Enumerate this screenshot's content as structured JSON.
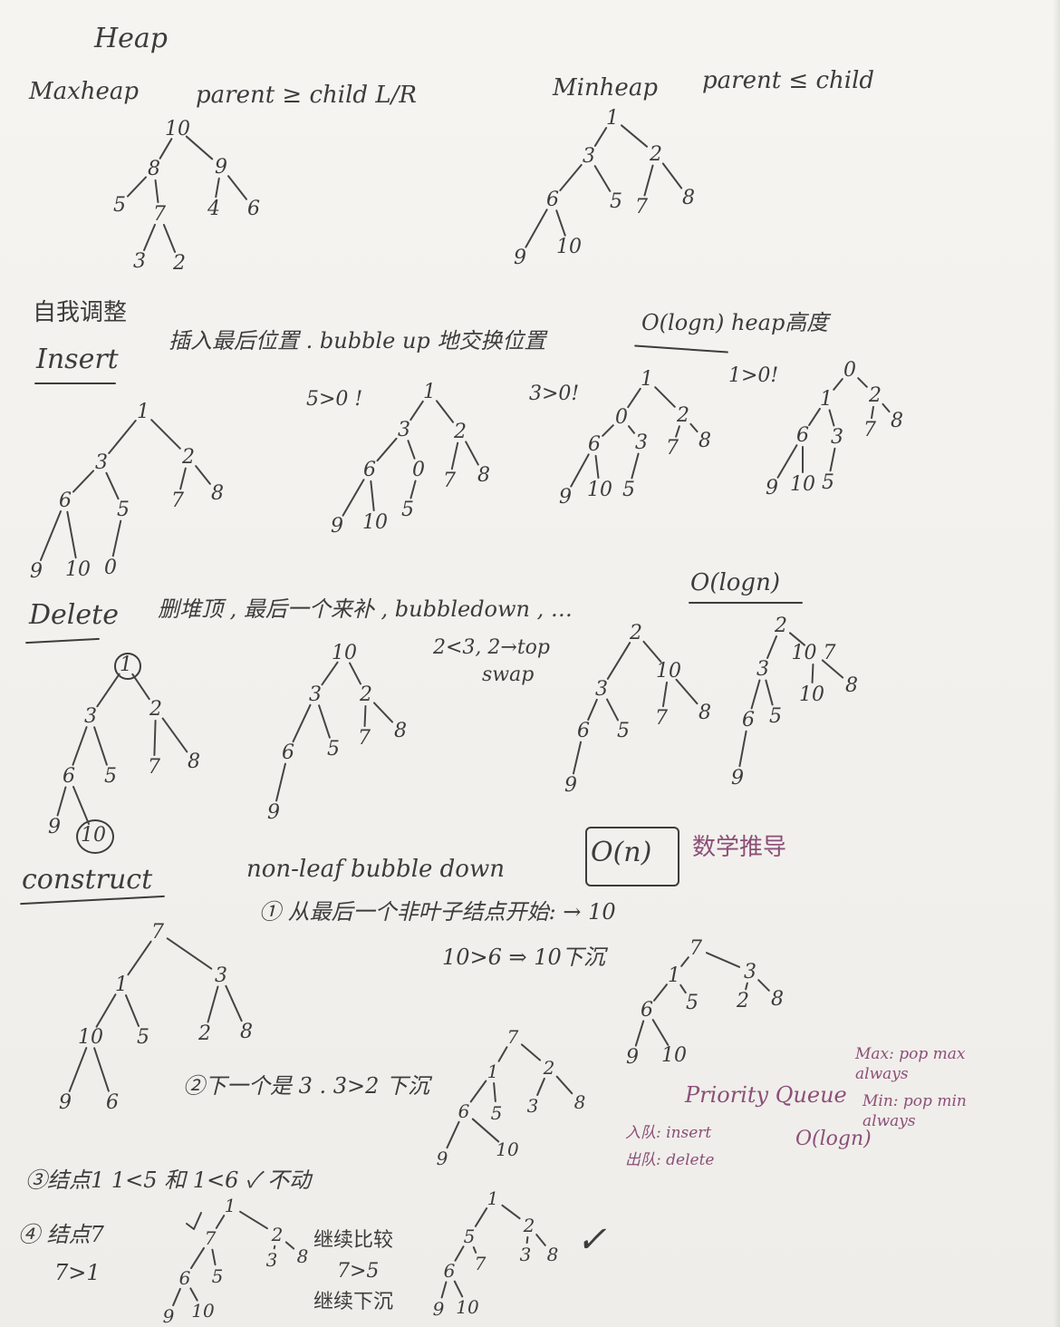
{
  "title": "Heap",
  "maxheap": {
    "label": "Maxheap",
    "rule": "parent ≥ child L/R",
    "tree": [
      "10",
      "8",
      "9",
      "5",
      "7",
      "4",
      "6",
      "3",
      "2"
    ]
  },
  "minheap": {
    "label": "Minheap",
    "rule": "parent ≤ child",
    "tree": [
      "1",
      "3",
      "2",
      "6",
      "5",
      "7",
      "8",
      "9",
      "10"
    ]
  },
  "self_adjust": "自我调整",
  "insert": {
    "label": "Insert",
    "desc": "插入最后位置 . bubble up 地交换位置",
    "complexity": "O(logn) heap高度",
    "step_notes": [
      "5>0 !",
      "3>0!",
      "1>0!"
    ],
    "trees": [
      [
        "1",
        "3",
        "2",
        "6",
        "5",
        "7",
        "8",
        "9",
        "10",
        "0"
      ],
      [
        "1",
        "3",
        "2",
        "6",
        "0",
        "7",
        "8",
        "9",
        "10",
        "5"
      ],
      [
        "1",
        "0",
        "2",
        "6",
        "3",
        "7",
        "8",
        "9",
        "10",
        "5"
      ],
      [
        "0",
        "1",
        "2",
        "6",
        "3",
        "7",
        "8",
        "9",
        "10",
        "5"
      ]
    ]
  },
  "delete": {
    "label": "Delete",
    "desc": "删堆顶 , 最后一个来补 , bubbledown , …",
    "complexity": "O(logn)",
    "swap_note": "2<3, 2→top",
    "swap_word": "swap",
    "trees": [
      [
        "1",
        "3",
        "2",
        "6",
        "5",
        "7",
        "8",
        "9",
        "10"
      ],
      [
        "10",
        "3",
        "2",
        "6",
        "5",
        "7",
        "8",
        "9"
      ],
      [
        "2",
        "3",
        "10",
        "6",
        "5",
        "7",
        "8",
        "9"
      ],
      [
        "2",
        "3",
        "10 7",
        "6",
        "5",
        "10",
        "8",
        "9"
      ]
    ]
  },
  "construct": {
    "label": "construct",
    "desc": "non-leaf bubble down",
    "complexity": "O(n)",
    "math_note": "数学推导",
    "step1": "① 从最后一个非叶子结点开始: → 10",
    "step1b": "10>6 ⇒ 10下沉",
    "step2": "②下一个是 3 . 3>2 下沉",
    "step3": "③结点1  1<5 和 1<6 ✓ 不动",
    "step4": "④ 结点7",
    "step4b": "7>1",
    "cont_compare": "继续比较",
    "cont_val": "7>5",
    "cont_sink": "继续下沉",
    "check": "✓",
    "trees": [
      [
        "7",
        "1",
        "3",
        "10",
        "5",
        "2",
        "8",
        "9",
        "6"
      ],
      [
        "7",
        "1",
        "3",
        "6",
        "5",
        "2",
        "8",
        "9",
        "10"
      ],
      [
        "7",
        "1",
        "2",
        "6",
        "5",
        "3",
        "8",
        "9",
        "10"
      ],
      [
        "1",
        "7",
        "2",
        "6",
        "5",
        "3",
        "8",
        "9",
        "10"
      ],
      [
        "1",
        "5",
        "2",
        "6",
        "7",
        "3",
        "8",
        "9",
        "10"
      ]
    ]
  },
  "priority_queue": {
    "label": "Priority Queue",
    "max": "Max: pop max always",
    "min": "Min: pop min always",
    "enqueue": "入队: insert",
    "dequeue": "出队: delete",
    "complexity": "O(logn)"
  }
}
